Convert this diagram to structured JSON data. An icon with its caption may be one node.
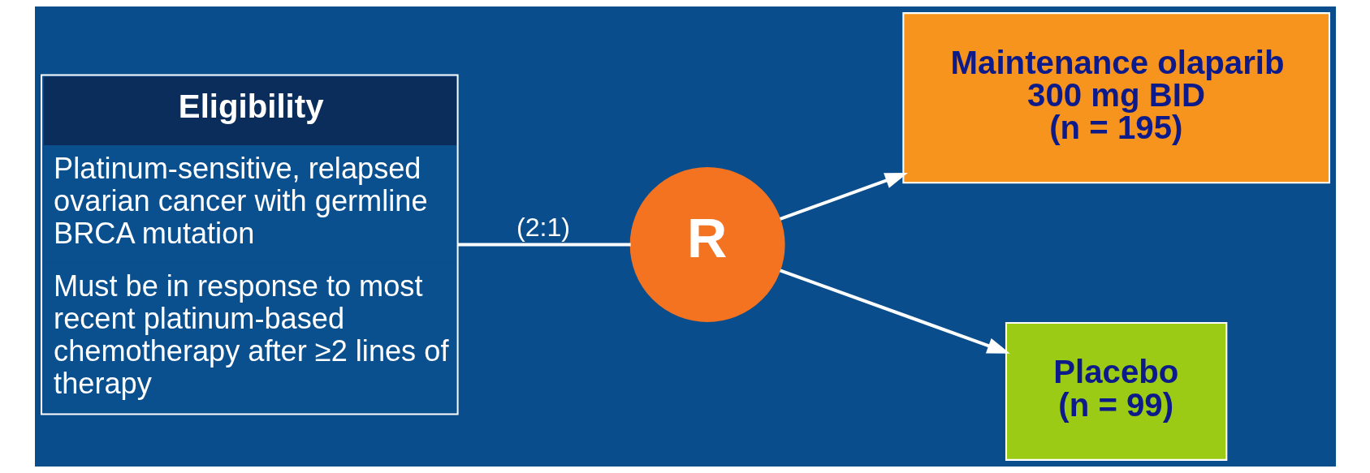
{
  "diagram": {
    "nodes": [
      {
        "text": [
          "Eligibility",
          "Platinum-sensitive, relapsed ovarian cancer with germline BRCA mutation",
          "Must be in response to most recent platinum-based chemotherapy after ≥2 lines of therapy"
        ]
      },
      {
        "text": [
          "R"
        ]
      },
      {
        "text": [
          "Maintenance olaparib 300 mg BID",
          "(n = 195)"
        ]
      },
      {
        "text": [
          "Placebo",
          "(n = 99)"
        ]
      }
    ],
    "edges": [
      {
        "from": 0,
        "to": 1,
        "arrow": "none",
        "label": "(2:1)"
      },
      {
        "from": 1,
        "to": 2,
        "arrow": "to"
      },
      {
        "from": 1,
        "to": 3,
        "arrow": "to"
      }
    ]
  }
}
